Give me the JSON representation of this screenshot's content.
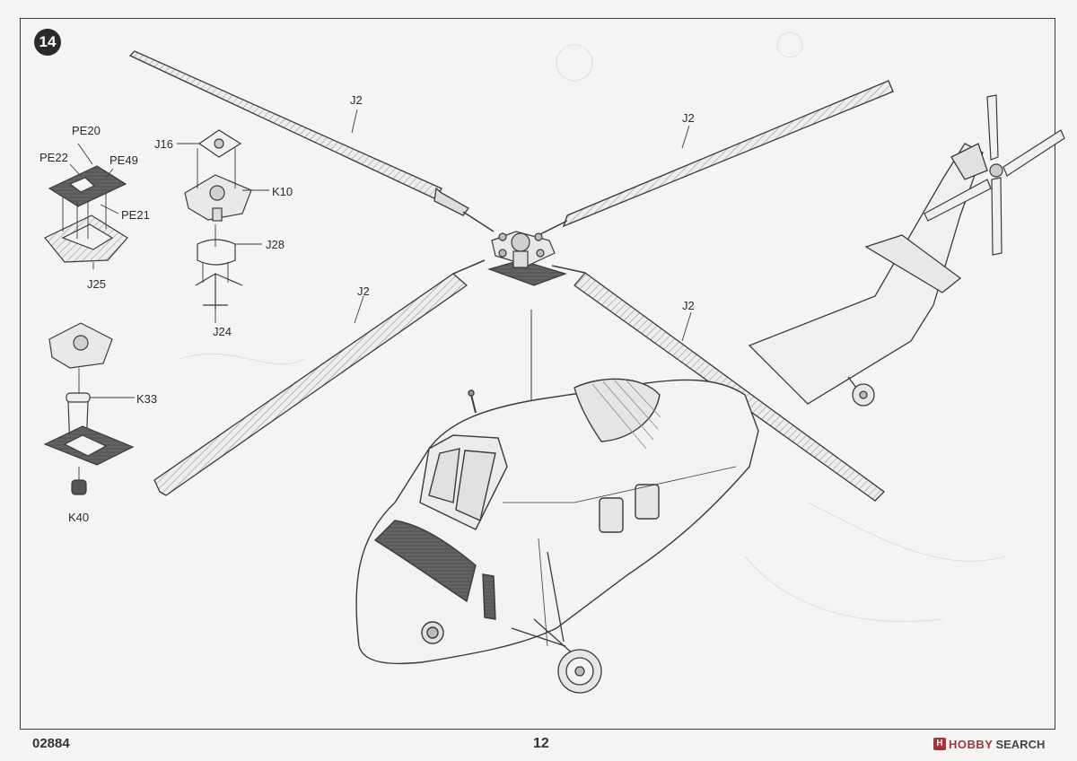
{
  "step": {
    "number": "14"
  },
  "callouts": {
    "pe20": "PE20",
    "pe22": "PE22",
    "pe49": "PE49",
    "pe21": "PE21",
    "j25": "J25",
    "j16": "J16",
    "k10": "K10",
    "j28": "J28",
    "j24": "J24",
    "k33": "K33",
    "k40": "K40",
    "blade_label": "J2"
  },
  "footer": {
    "kit_number": "02884",
    "page_number": "12"
  },
  "watermark": {
    "icon_glyph": "H",
    "brand": "HOBBY",
    "word": "SEARCH"
  },
  "colors": {
    "line": "#3a3a3a",
    "photoetch_fill": "#5a5a5a",
    "paper": "#f4f4f2",
    "watermark_red": "#a8323a"
  }
}
